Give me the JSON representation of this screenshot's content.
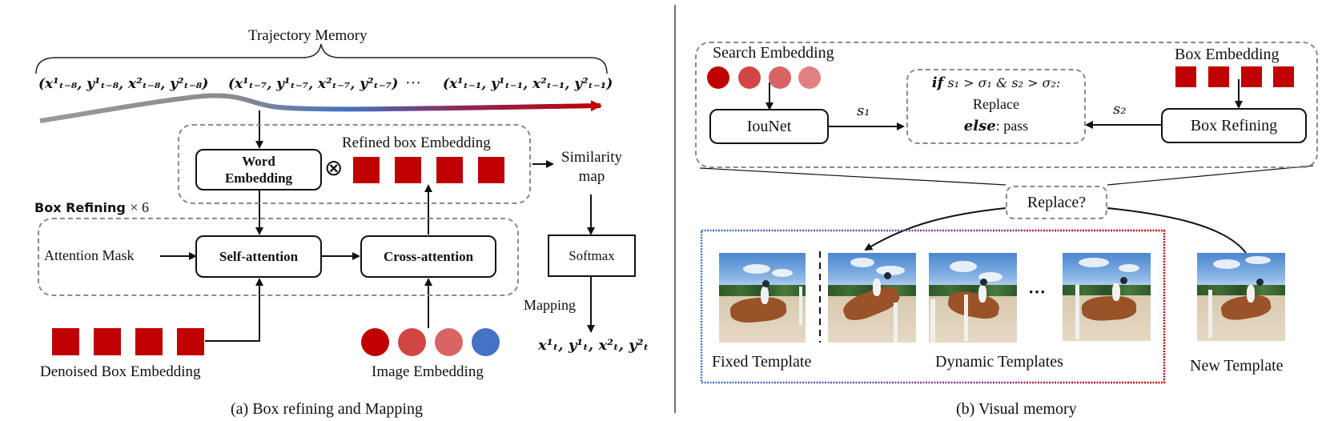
{
  "panel_a": {
    "trajectory_title": "Trajectory Memory",
    "coords": [
      "(x¹ₜ₋₈, y¹ₜ₋₈, x²ₜ₋₈, y²ₜ₋₈)",
      "(x¹ₜ₋₇, y¹ₜ₋₇, x²ₜ₋₇, y²ₜ₋₇)",
      "···",
      "(x¹ₜ₋₁, y¹ₜ₋₁, x²ₜ₋₁, y²ₜ₋₁)"
    ],
    "word_embedding": "Word Embedding",
    "word_embedding_l1": "Word",
    "word_embedding_l2": "Embedding",
    "otimes": "⊗",
    "refined_box_label": "Refined box Embedding",
    "similarity_l1": "Similarity",
    "similarity_l2": "map",
    "box_refining_label": "Box Refining",
    "box_refining_times": "× 6",
    "attention_mask": "Attention Mask",
    "self_attention": "Self-attention",
    "cross_attention": "Cross-attention",
    "softmax": "Softmax",
    "mapping": "Mapping",
    "output_coords": "x¹ₜ, y¹ₜ, x²ₜ, y²ₜ",
    "denoised_label": "Denoised Box Embedding",
    "image_embedding_label": "Image Embedding",
    "caption": "(a) Box refining and  Mapping",
    "image_embedding_colors": [
      "#c00000",
      "#d14545",
      "#d96464",
      "#4472c4"
    ],
    "box_color": "#c00000"
  },
  "panel_b": {
    "search_embedding": "Search Embedding",
    "search_embedding_colors": [
      "#c00000",
      "#d14545",
      "#d96464",
      "#e08080"
    ],
    "iounet": "IouNet",
    "s1": "s₁",
    "s2": "s₂",
    "condition_l1_kw": "if",
    "condition_l1_rest": " s₁ > σ₁ & s₂ > σ₂:",
    "condition_l2": "Replace",
    "condition_l3_kw": "else",
    "condition_l3_rest": ": pass",
    "box_embedding": "Box Embedding",
    "box_refining": "Box Refining",
    "replace_q": "Replace?",
    "fixed_template": "Fixed Template",
    "dynamic_templates": "Dynamic Templates",
    "ellipsis": "···",
    "new_template": "New Template",
    "caption": "(b) Visual memory"
  }
}
